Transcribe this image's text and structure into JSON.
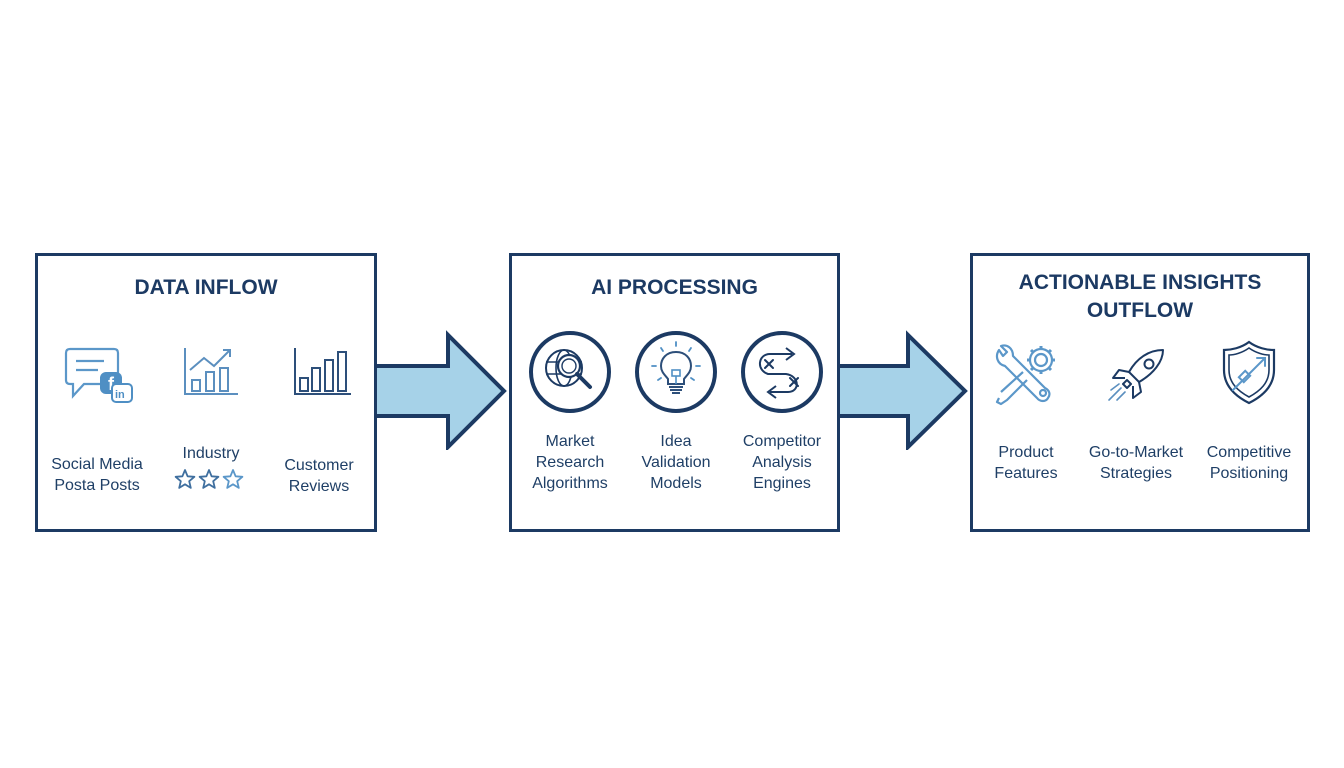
{
  "colors": {
    "border": "#1c3a63",
    "arrow_fill": "#a6d2e8",
    "icon_light": "#4f8fc4",
    "icon_dark": "#1c3a63",
    "text": "#1f3f66"
  },
  "panels": [
    {
      "title": "DATA INFLOW",
      "items": [
        {
          "icon": "chat-social-icon",
          "label_lines": [
            "Social Media",
            "Posta Posts"
          ]
        },
        {
          "icon": "trend-chart-icon",
          "label_lines": [
            "Industry"
          ],
          "rating_icon": "three-stars-icon"
        },
        {
          "icon": "bar-chart-icon",
          "label_lines": [
            "Customer",
            "Reviews"
          ]
        }
      ]
    },
    {
      "title": "AI PROCESSING",
      "items": [
        {
          "icon": "globe-magnifier-icon",
          "label_lines": [
            "Market",
            "Research",
            "Algorithms"
          ]
        },
        {
          "icon": "lightbulb-icon",
          "label_lines": [
            "Idea",
            "Validation",
            "Models"
          ]
        },
        {
          "icon": "strategy-arrows-icon",
          "label_lines": [
            "Competitor",
            "Analysis",
            "Engines"
          ]
        }
      ]
    },
    {
      "title_lines": [
        "ACTIONABLE INSIGHTS",
        "OUTFLOW"
      ],
      "items": [
        {
          "icon": "wrench-gear-icon",
          "label_lines": [
            "Product",
            "Features"
          ]
        },
        {
          "icon": "rocket-icon",
          "label_lines": [
            "Go-to-Market",
            "Strategies"
          ]
        },
        {
          "icon": "shield-growth-icon",
          "label_lines": [
            "Competitive",
            "Positioning"
          ]
        }
      ]
    }
  ],
  "arrows": [
    {
      "from": "DATA INFLOW",
      "to": "AI PROCESSING"
    },
    {
      "from": "AI PROCESSING",
      "to": "ACTIONABLE INSIGHTS OUTFLOW"
    }
  ]
}
